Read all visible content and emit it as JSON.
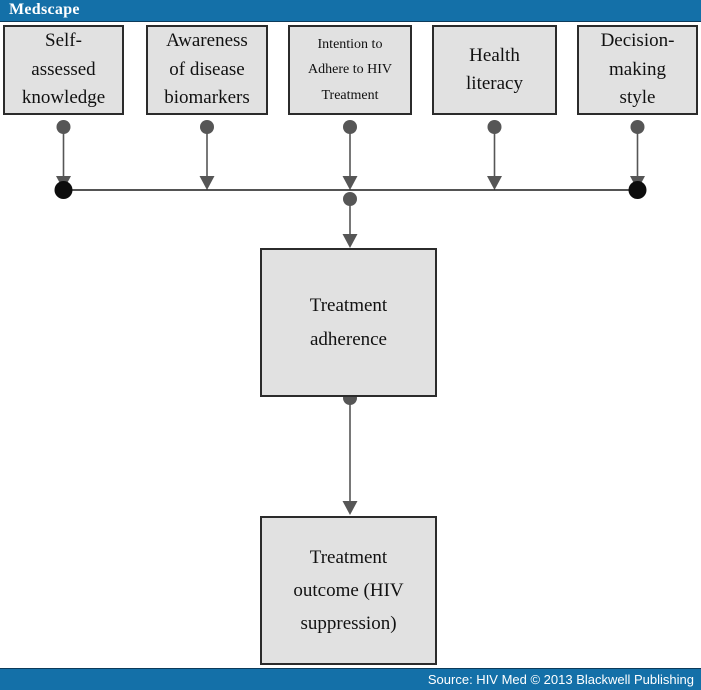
{
  "header": {
    "logo": "Medscape"
  },
  "diagram": {
    "top_boxes": [
      {
        "label": "Self-\nassessed\nknowledge"
      },
      {
        "label": "Awareness\nof disease\nbiomarkers"
      },
      {
        "label": "Intention to\nAdhere to HIV\nTreatment"
      },
      {
        "label": "Health\nliteracy"
      },
      {
        "label": "Decision-\nmaking\nstyle"
      }
    ],
    "middle_box": {
      "label": "Treatment\nadherence"
    },
    "bottom_box": {
      "label": "Treatment\noutcome (HIV\nsuppression)"
    }
  },
  "footer": {
    "source": "Source: HIV Med © 2013 Blackwell Publishing"
  },
  "colors": {
    "brand_blue": "#1470A8",
    "bar_edge": "#0C3A5A",
    "box_fill": "#E1E1E1",
    "box_border": "#2B2B2B",
    "connector_gray": "#565656",
    "line_black": "#1C1C1C",
    "node_black": "#0D0D0D"
  }
}
